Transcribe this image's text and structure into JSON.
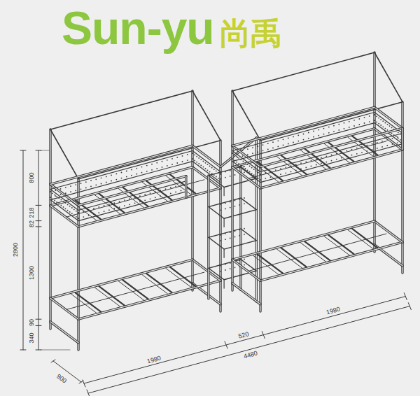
{
  "diagram": {
    "labels": [
      "Sun-yu",
      "尚禹",
      "2800",
      "800",
      "218",
      "82",
      "1300",
      "90",
      "340",
      "900",
      "1980",
      "520",
      "4480",
      "1980"
    ]
  }
}
